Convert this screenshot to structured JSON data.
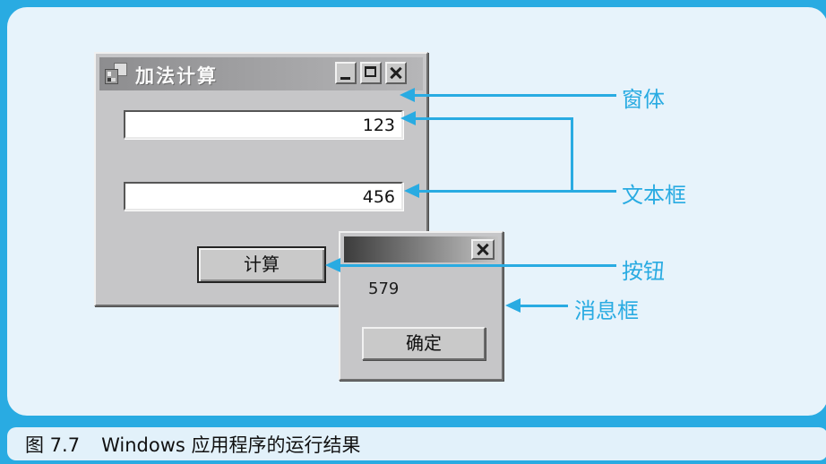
{
  "colors": {
    "accent": "#29ABE2",
    "panel_bg": "#E7F3FB",
    "window_face": "#C6C6C8"
  },
  "caption": {
    "fig_label": "图 7.7",
    "fig_text": "Windows 应用程序的运行结果"
  },
  "main_window": {
    "title": "加法计算",
    "textbox1": "123",
    "textbox2": "456",
    "calc_button": "计算"
  },
  "message_box": {
    "result": "579",
    "ok_button": "确定"
  },
  "annotations": {
    "form": "窗体",
    "textbox": "文本框",
    "button": "按钮",
    "msgbox": "消息框"
  }
}
